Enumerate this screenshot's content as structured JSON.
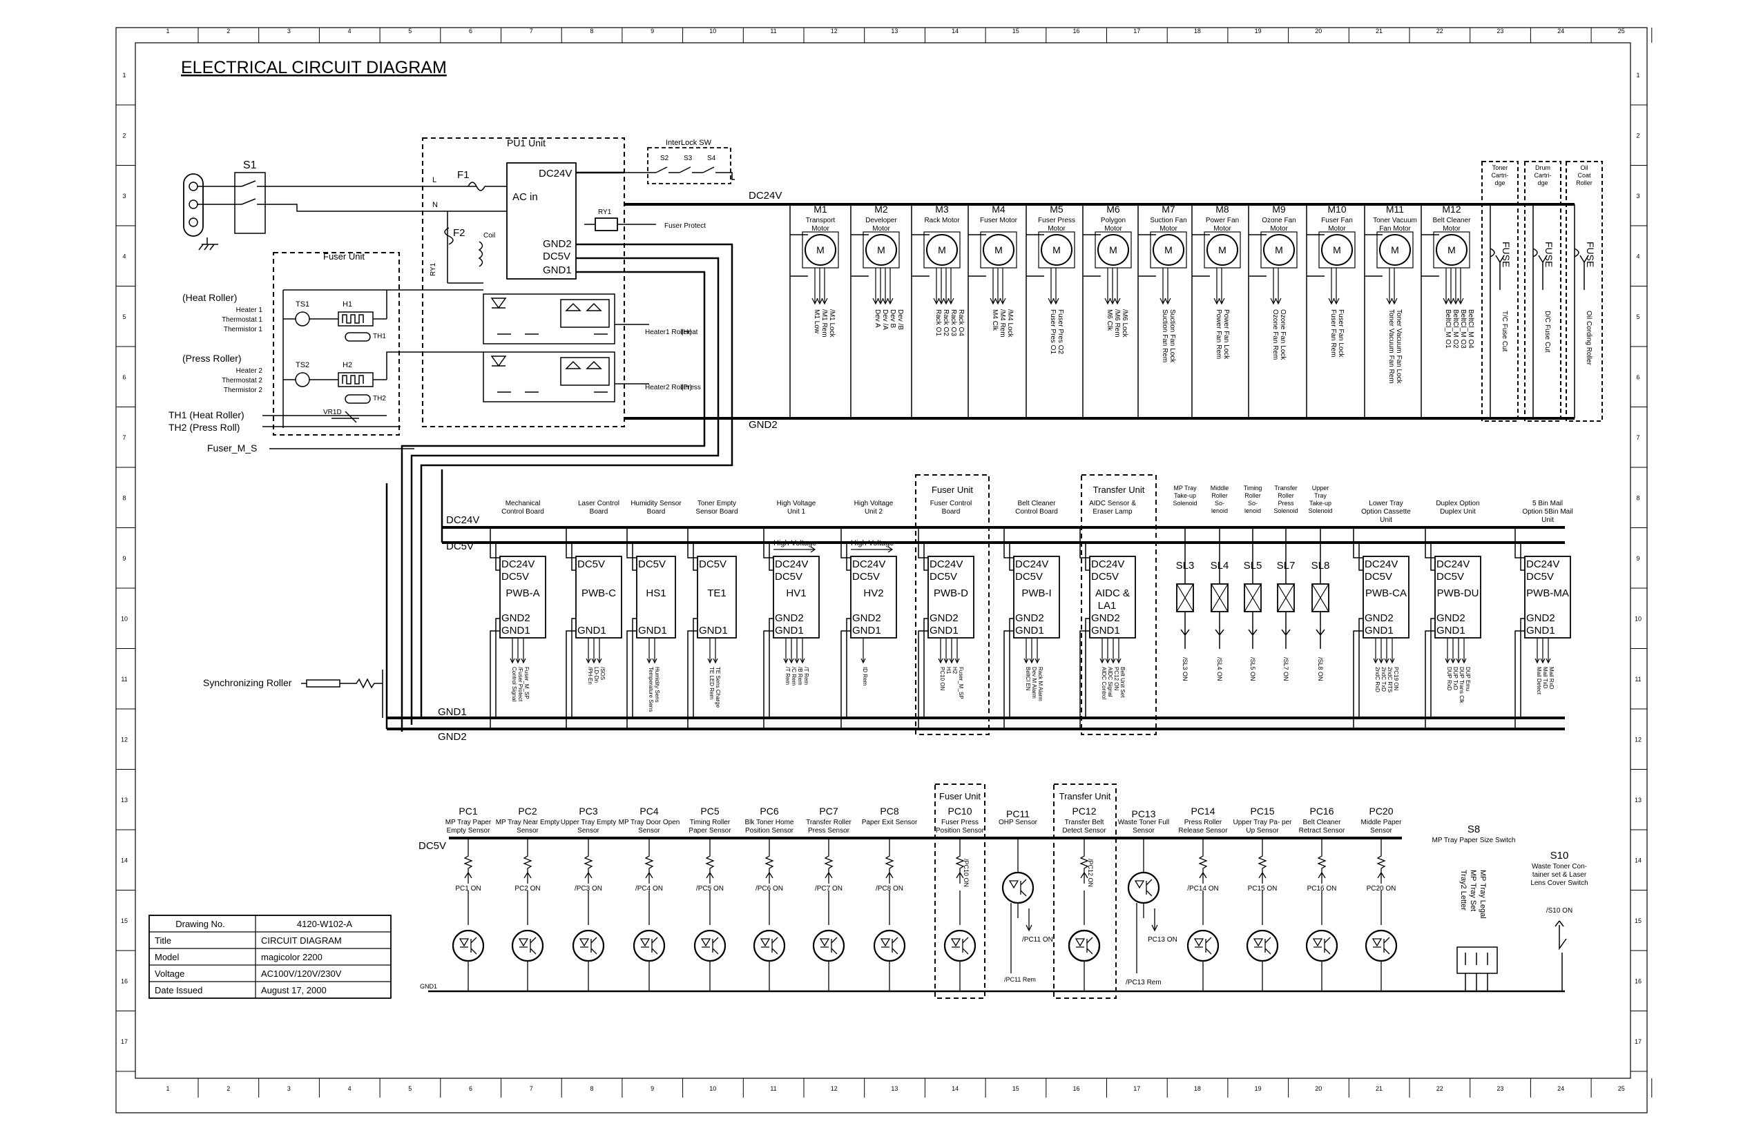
{
  "title": "ELECTRICAL CIRCUIT DIAGRAM",
  "grid": {
    "cols": [
      "1",
      "2",
      "3",
      "4",
      "5",
      "6",
      "7",
      "8",
      "9",
      "10",
      "11",
      "12",
      "13",
      "14",
      "15",
      "16",
      "17",
      "18",
      "19",
      "20",
      "21",
      "22",
      "23",
      "24",
      "25"
    ],
    "rows": [
      "1",
      "2",
      "3",
      "4",
      "5",
      "6",
      "7",
      "8",
      "9",
      "10",
      "11",
      "12",
      "13",
      "14",
      "15",
      "16",
      "17"
    ]
  },
  "title_block": {
    "rows": [
      {
        "label": "Drawing No.",
        "value": "4120-W102-A"
      },
      {
        "label": "Title",
        "value": "CIRCUIT DIAGRAM"
      },
      {
        "label": "Model",
        "value": "magicolor 2200"
      },
      {
        "label": "Voltage",
        "value": "AC100V/120V/230V"
      },
      {
        "label": "Date Issued",
        "value": "August 17, 2000"
      }
    ]
  },
  "power": {
    "switch": "S1",
    "line_l": "L",
    "line_n": "N",
    "fuse1": "F1",
    "fuse2": "F2",
    "coil": "Coil",
    "relay": "RY1",
    "relay_box": "RY1",
    "pu1": {
      "title": "PU1 Unit",
      "dc24": "DC24V",
      "acin": "AC in",
      "gnd2": "GND2",
      "dc5": "DC5V",
      "gnd1": "GND1"
    },
    "interlock": {
      "title": "InterLock SW",
      "s2": "S2",
      "s3": "S3",
      "s4": "S4"
    },
    "fuser_protect": "Fuser Protect",
    "heater1_out": "Heater1 Roller)",
    "heater1_tag": "(Heat",
    "heater2_out": "Heater2 Roller)",
    "heater2_tag": "(Press"
  },
  "fuser": {
    "title": "Fuser Unit",
    "heat_roller": "(Heat Roller)",
    "press_roller": "(Press Roller)",
    "heat_parts": [
      "Heater 1",
      "Thermostat 1",
      "Thermistor 1"
    ],
    "press_parts": [
      "Heater 2",
      "Thermostat 2",
      "Thermistor 2"
    ],
    "ts1": "TS1",
    "h1": "H1",
    "th1": "TH1",
    "ts2": "TS2",
    "h2": "H2",
    "th2": "TH2",
    "vr": "VR1D",
    "out_th1": "TH1 (Heat Roller)",
    "out_th2": "TH2 (Press  Roll)",
    "out_fms": "Fuser_M_S"
  },
  "buses": {
    "dc24_top": "DC24V",
    "gnd2_top": "GND2",
    "dc24_mid": "DC24V",
    "dc5_mid": "DC5V",
    "gnd1_mid": "GND1",
    "gnd2_mid": "GND2",
    "dc5_bot": "DC5V",
    "gnd1_bot": "GND1"
  },
  "motors": [
    {
      "id": "M1",
      "name": "Transport Motor",
      "sigs": "M1 Low\n/M1 Rem\n/M1 Lock"
    },
    {
      "id": "M2",
      "name": "Developer Motor",
      "sigs": "Dev A\nDev /A\nDev B\nDev /B"
    },
    {
      "id": "M3",
      "name": "Rack Motor",
      "sigs": "Rack O1\nRack O2\nRack O3\nRack O4"
    },
    {
      "id": "M4",
      "name": "Fuser Motor",
      "sigs": "M4 Clk\n/M4 Rem\n/M4 Lock"
    },
    {
      "id": "M5",
      "name": "Fuser Press Motor",
      "sigs": "Fuser Pres O1\nFuser Pres O2"
    },
    {
      "id": "M6",
      "name": "Polygon Motor",
      "sigs": "M6 Clk\n/M6 Rem\n/M6 Lock"
    },
    {
      "id": "M7",
      "name": "Suction Fan Motor",
      "sigs": "Suction Fan Rem\nSuction Fan Lock"
    },
    {
      "id": "M8",
      "name": "Power Fan Motor",
      "sigs": "Power Fan Rem\nPower Fan Lock"
    },
    {
      "id": "M9",
      "name": "Ozone Fan Motor",
      "sigs": "Ozone Fan Rem\nOzone Fan Lock"
    },
    {
      "id": "M10",
      "name": "Fuser Fan Motor",
      "sigs": "Fuser Fan Rem\nFuser Fan Lock"
    },
    {
      "id": "M11",
      "name": "Toner Vacuum Fan Motor",
      "sigs": "Toner Vacuum Fan Rem\nToner Vacuum Fan Lock"
    },
    {
      "id": "M12",
      "name": "Belt Cleaner Motor",
      "sigs": "BeltCl_M O1\nBeltCl_M O2\nBeltCl_M O3\nBeltCl_M O4"
    }
  ],
  "motor_symbol": "M",
  "fuses": [
    {
      "header": "Toner Cartri- dge",
      "label": "FUSE",
      "sig": "T/C Fuse Cut"
    },
    {
      "header": "Drum Cartri- dge",
      "label": "FUSE",
      "sig": "D/C Fuse Cut"
    },
    {
      "header": "Oil Coat Roller",
      "label": "FUSE",
      "sig": "Oil Cording Roller"
    }
  ],
  "boards": [
    {
      "header": "Mechanical Control Board",
      "l1": "DC24V",
      "l2": "DC5V",
      "name": "PWB-A",
      "g2": "GND2",
      "g1": "GND1",
      "sigs": "Control Signal\n/Fuser Protect\nFuser_M_SP",
      "hv": ""
    },
    {
      "header": "Laser Control Board",
      "l1": "DC5V",
      "l2": "",
      "name": "PWB-C",
      "g2": "",
      "g1": "GND1",
      "sigs": "/PH-En\nLD-Dn\n/SOS",
      "hv": ""
    },
    {
      "header": "Humidity Sensor Board",
      "l1": "DC5V",
      "l2": "",
      "name": "HS1",
      "g2": "",
      "g1": "GND1",
      "sigs": "Temperature Sens\nHumidity Sens",
      "hv": ""
    },
    {
      "header": "Toner Empty Sensor Board",
      "l1": "DC5V",
      "l2": "",
      "name": "TE1",
      "g2": "",
      "g1": "GND1",
      "sigs": "TE LED Rem\nTE Sens Charge",
      "hv": ""
    },
    {
      "header": "High Voltage Unit 1",
      "l1": "DC24V",
      "l2": "DC5V",
      "name": "HV1",
      "g2": "GND2",
      "g1": "GND1",
      "sigs": "/T Rem\n/C Rem\n/B Rem\n/T Rem",
      "hv": "High Voltage"
    },
    {
      "header": "High Voltage Unit 2",
      "l1": "DC24V",
      "l2": "DC5V",
      "name": "HV2",
      "g2": "GND2",
      "g1": "GND1",
      "sigs": "ID Rem",
      "hv": "High Voltage"
    },
    {
      "header": "Fuser Control Board",
      "l1": "DC24V",
      "l2": "DC5V",
      "name": "PWB-D",
      "g2": "GND2",
      "g1": "GND1",
      "sigs": "PC10 ON\nH1\nH2\nFuser_M_SP",
      "hv": ""
    },
    {
      "header": "Belt Cleaner Control Board",
      "l1": "DC24V",
      "l2": "DC5V",
      "name": "PWB-I",
      "g2": "GND2",
      "g1": "GND1",
      "sigs": "BeltCl EN\nDev M Alarm\nRack M Alarm",
      "hv": ""
    },
    {
      "header": "AIDC Sensor & Eraser Lamp",
      "l1": "DC24V",
      "l2": "DC5V",
      "name": "AIDC &",
      "name2": "LA1",
      "g2": "GND2",
      "g1": "GND1",
      "sigs": "AIDC Control\nAIDC Signal\nPC12 ON\nBelt Unit Set",
      "hv": ""
    },
    {
      "header": "Lower Tray Option Cassette Unit",
      "l1": "DC24V",
      "l2": "DC5V",
      "name": "PWB-CA",
      "g2": "GND2",
      "g1": "GND1",
      "sigs": "2ndC RxD\n2ndC TxD\n2ndC RTS\nPC19 ON",
      "hv": ""
    },
    {
      "header": "Duplex Option Duplex Unit",
      "l1": "DC24V",
      "l2": "DC5V",
      "name": "PWB-DU",
      "g2": "GND2",
      "g1": "GND1",
      "sigs": "DUP RxD\nDUP TxD\nDUP Trans Clk\nDUP Emu",
      "hv": ""
    },
    {
      "header": "5 Bin Mail Option 5Bin Mail Unit",
      "l1": "DC24V",
      "l2": "DC5V",
      "name": "PWB-MA",
      "g2": "GND2",
      "g1": "GND1",
      "sigs": "Mail Detect\nMail TxD\nMail RxD",
      "hv": ""
    }
  ],
  "fuser_unit_tag": "Fuser Unit",
  "transfer_unit_tag": "Transfer Unit",
  "solenoids": [
    {
      "header": "MP Tray Take-up Solenoid",
      "id": "SL3",
      "sig": "/SL3 ON"
    },
    {
      "header": "Middle Roller So- lenoid",
      "id": "SL4",
      "sig": "/SL4 ON"
    },
    {
      "header": "Timing Roller So- lenoid",
      "id": "SL5",
      "sig": "/SL5 ON"
    },
    {
      "header": "Transfer Roller Press Solenoid",
      "id": "SL7",
      "sig": "/SL7 ON"
    },
    {
      "header": "Upper Tray Take-up Solenoid",
      "id": "SL8",
      "sig": "/SL8 ON"
    }
  ],
  "sync_roller": "Synchronizing Roller",
  "sensors": [
    {
      "id": "PC1",
      "name": "MP Tray Paper Empty Sensor",
      "sig": "PC1 ON"
    },
    {
      "id": "PC2",
      "name": "MP Tray Near Empty Sensor",
      "sig": "PC2 ON"
    },
    {
      "id": "PC3",
      "name": "Upper Tray Empty Sensor",
      "sig": "/PC3 ON"
    },
    {
      "id": "PC4",
      "name": "MP Tray Door Open Sensor",
      "sig": "/PC4 ON"
    },
    {
      "id": "PC5",
      "name": "Timing Roller Paper Sensor",
      "sig": "/PC5 ON"
    },
    {
      "id": "PC6",
      "name": "Blk Toner Home Position Sensor",
      "sig": "/PC6 ON"
    },
    {
      "id": "PC7",
      "name": "Transfer Roller Press Sensor",
      "sig": "/PC7 ON"
    },
    {
      "id": "PC8",
      "name": "Paper Exit Sensor",
      "sig": "/PC8 ON"
    },
    {
      "id": "PC10",
      "name": "Fuser Press Position Sensor",
      "sig": "/PC10 ON"
    },
    {
      "id": "PC11",
      "name": "OHP Sensor",
      "sig": "/PC11 ON"
    },
    {
      "id": "PC12",
      "name": "Transfer Belt Detect Sensor",
      "sig": "/PC12 ON"
    },
    {
      "id": "PC13",
      "name": "Waste Toner Full Sensor",
      "sig": "PC13 ON"
    },
    {
      "id": "PC14",
      "name": "Press Roller Release Sensor",
      "sig": "/PC14 ON"
    },
    {
      "id": "PC15",
      "name": "Upper Tray Pa- per Up Sensor",
      "sig": "PC15 ON"
    },
    {
      "id": "PC16",
      "name": "Belt Cleaner Retract Sensor",
      "sig": "PC16 ON"
    },
    {
      "id": "PC20",
      "name": "Middle Paper Sensor",
      "sig": "PC20 ON"
    }
  ],
  "pc11_rem": "/PC11 Rem",
  "pc13_rem": "/PC13 Rem",
  "s8": {
    "id": "S8",
    "name": "MP Tray Paper Size Switch",
    "sigs": "MP Tray Legal\nMP Tray Set\nTray2 Letter"
  },
  "s10": {
    "id": "S10",
    "name": "Waste Toner Con- tainer set & Laser Lens Cover Switch",
    "sig": "/S10 ON"
  }
}
